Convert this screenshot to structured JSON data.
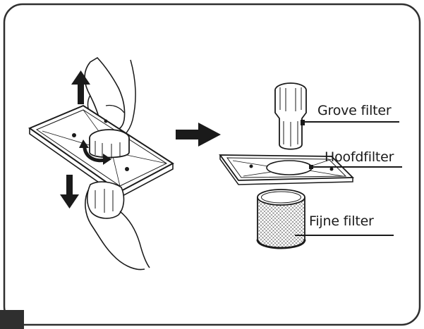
{
  "diagram": {
    "labels": {
      "coarse": "Grove filter",
      "main": "Hoofdfilter",
      "fine": "Fijne filter"
    },
    "icons": [
      "arrow-up-icon",
      "arrow-down-icon",
      "arrow-right-icon",
      "rotate-arrow-icon"
    ],
    "colors": {
      "ink": "#1a1a1a",
      "frame": "#2f2f2f",
      "background": "#ffffff"
    }
  }
}
